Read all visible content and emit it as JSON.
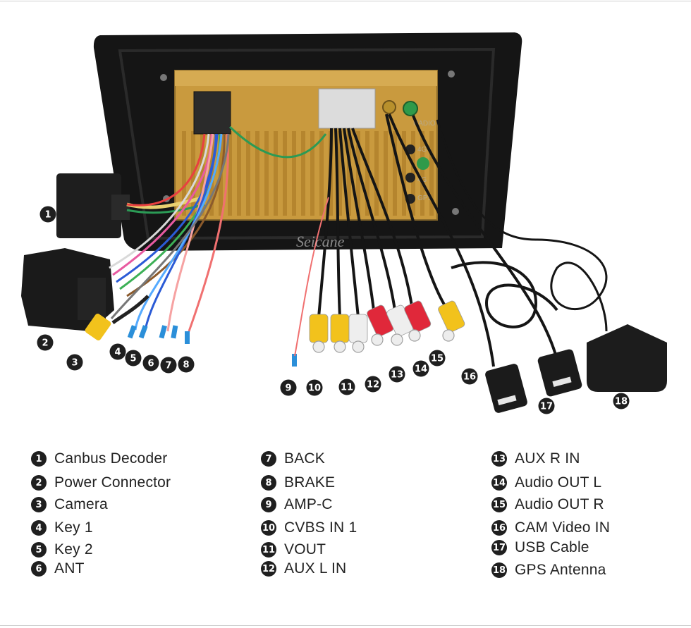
{
  "watermark": "Seicane",
  "board_labels": [
    "RADIO",
    "4G+",
    "4G",
    "GPS"
  ],
  "callouts": [
    "1",
    "2",
    "3",
    "4",
    "5",
    "6",
    "7",
    "8",
    "9",
    "10",
    "11",
    "12",
    "13",
    "14",
    "15",
    "16",
    "17",
    "18"
  ],
  "legend": {
    "columns": [
      [
        {
          "num": "1",
          "label": "Canbus Decoder"
        },
        {
          "num": "2",
          "label": "Power Connector"
        },
        {
          "num": "3",
          "label": "Camera"
        },
        {
          "num": "4",
          "label": "Key 1"
        },
        {
          "num": "5",
          "label": "Key 2"
        },
        {
          "num": "6",
          "label": "ANT"
        }
      ],
      [
        {
          "num": "7",
          "label": "BACK"
        },
        {
          "num": "8",
          "label": "BRAKE"
        },
        {
          "num": "9",
          "label": "AMP-C"
        },
        {
          "num": "10",
          "label": "CVBS IN 1"
        },
        {
          "num": "11",
          "label": "VOUT"
        },
        {
          "num": "12",
          "label": "AUX L IN"
        }
      ],
      [
        {
          "num": "13",
          "label": "AUX R IN"
        },
        {
          "num": "14",
          "label": "Audio OUT L"
        },
        {
          "num": "15",
          "label": "Audio OUT R"
        },
        {
          "num": "16",
          "label": "CAM Video IN"
        },
        {
          "num": "17",
          "label": "USB Cable"
        },
        {
          "num": "18",
          "label": "GPS Antenna"
        }
      ]
    ]
  },
  "colors": {
    "housing": "#151515",
    "board": "#c99a3e",
    "rca_yellow": "#f2c21c",
    "rca_white": "#eeeeee",
    "rca_red": "#e0283a",
    "badge": "#1f1f1f"
  }
}
